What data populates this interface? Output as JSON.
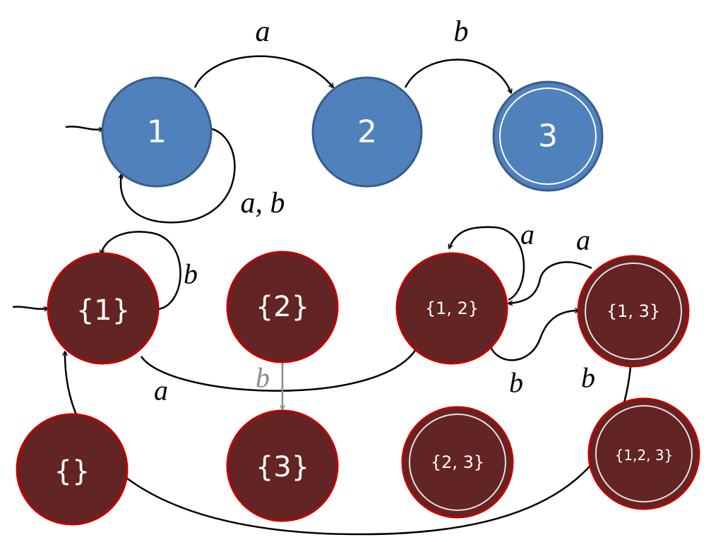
{
  "colors": {
    "nfa_fill": "#4f81bd",
    "nfa_stroke": "#385d8a",
    "dfa_fill": "#632523",
    "dfa_stroke": "#c00000",
    "edge": "#000000",
    "edge_inactive": "#8c8c8c"
  },
  "nfa": {
    "states": [
      {
        "id": "1",
        "label": "1",
        "start": true,
        "accept": false
      },
      {
        "id": "2",
        "label": "2",
        "start": false,
        "accept": false
      },
      {
        "id": "3",
        "label": "3",
        "start": false,
        "accept": true
      }
    ],
    "transitions": [
      {
        "from": "1",
        "to": "2",
        "label": "a"
      },
      {
        "from": "2",
        "to": "3",
        "label": "b"
      },
      {
        "from": "1",
        "to": "1",
        "label": "a, b"
      }
    ]
  },
  "dfa": {
    "states": [
      {
        "id": "s1",
        "label": "{1}",
        "start": true,
        "accept": false
      },
      {
        "id": "s2",
        "label": "{2}",
        "start": false,
        "accept": false
      },
      {
        "id": "s12",
        "label": "{1, 2}",
        "start": false,
        "accept": false
      },
      {
        "id": "s13",
        "label": "{1, 3}",
        "start": false,
        "accept": true
      },
      {
        "id": "empty",
        "label": "{}",
        "start": false,
        "accept": false
      },
      {
        "id": "s3",
        "label": "{3}",
        "start": false,
        "accept": false
      },
      {
        "id": "s23",
        "label": "{2, 3}",
        "start": false,
        "accept": true
      },
      {
        "id": "s123",
        "label": "{1,2, 3}",
        "start": false,
        "accept": true
      }
    ],
    "transitions": [
      {
        "from": "{1}",
        "to": "{1}",
        "label": "b"
      },
      {
        "from": "{1}",
        "to": "{1, 2}",
        "label": "a"
      },
      {
        "from": "{2}",
        "to": "{3}",
        "label": "b",
        "inactive": true
      },
      {
        "from": "{1, 2}",
        "to": "{1, 2}",
        "label": "a"
      },
      {
        "from": "{1, 3}",
        "to": "{1, 2}",
        "label": "a"
      },
      {
        "from": "{1, 2}",
        "to": "{1, 3}",
        "label": "b"
      },
      {
        "from": "{1, 3}",
        "to": "{1}",
        "label": "b"
      }
    ]
  }
}
